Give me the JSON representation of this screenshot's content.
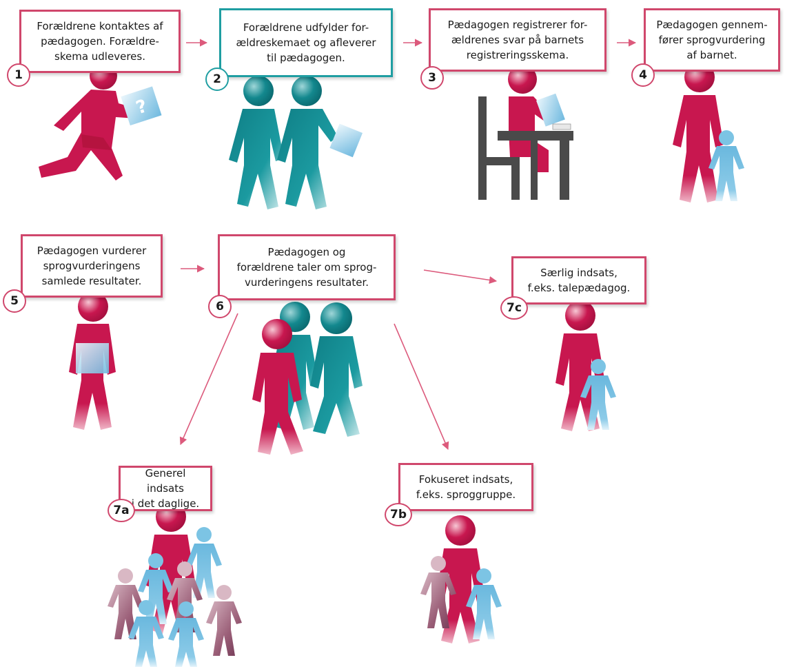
{
  "steps": [
    {
      "id": "1",
      "badge": "1",
      "text": "Forældrene kontaktes af\npædagogen. Forældre-\nskema udleveres."
    },
    {
      "id": "2",
      "badge": "2",
      "text": "Forældrene udfylder for-\nældreskemaet og afleverer\ntil pædagogen."
    },
    {
      "id": "3",
      "badge": "3",
      "text": "Pædagogen registrerer for-\nældrenes svar på barnets\nregistreringsskema."
    },
    {
      "id": "4",
      "badge": "4",
      "text": "Pædagogen gennem-\nfører sprogvurdering\naf barnet."
    },
    {
      "id": "5",
      "badge": "5",
      "text": "Pædagogen vurderer\nsprogvurderingens\nsamlede resultater."
    },
    {
      "id": "6",
      "badge": "6",
      "text": "Pædagogen og\nforældrene taler om sprog-\nvurderingens resultater."
    },
    {
      "id": "7c",
      "badge": "7c",
      "text": "Særlig indsats,\nf.eks. talepædagog."
    },
    {
      "id": "7a",
      "badge": "7a",
      "text": "Generel indsats\ni det daglige."
    },
    {
      "id": "7b",
      "badge": "7b",
      "text": "Fokuseret indsats,\nf.eks. sproggruppe."
    }
  ],
  "colors": {
    "adult": "#c8174f",
    "parent": "#13888e",
    "child": "#7cc4e4",
    "peer": "#a06a80",
    "furniture": "#4a4a4a",
    "arrow": "#dc5a7c",
    "box_border": "#d0476c",
    "box_border_teal": "#1f9ea2"
  }
}
